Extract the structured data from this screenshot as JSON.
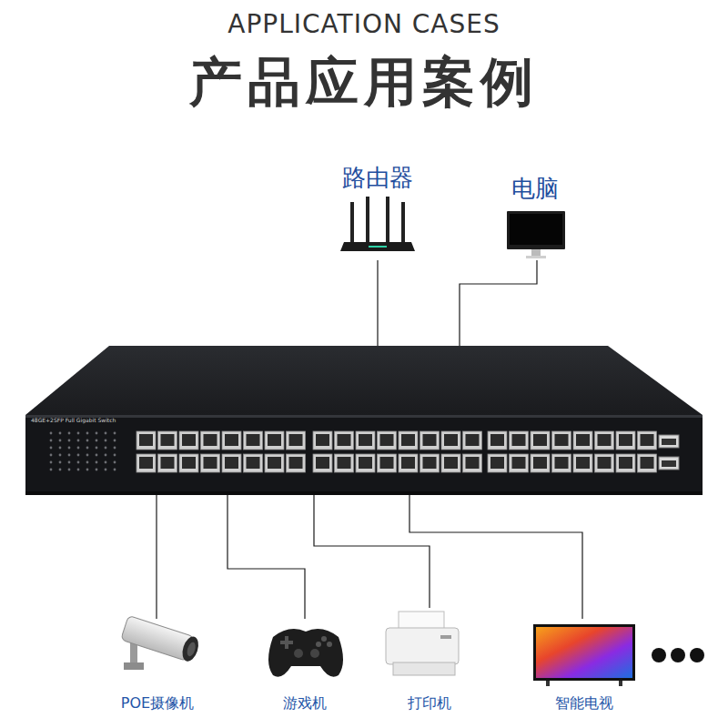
{
  "diagram": {
    "title": "产品应用案例",
    "nodes": [
      {
        "text": [
          "路由器"
        ]
      },
      {
        "text": [
          "电脑"
        ]
      },
      {
        "text": [
          "48GE+2SFP Full Gigabit Switch"
        ]
      },
      {
        "text": [
          "POE摄像机"
        ]
      },
      {
        "text": [
          "游戏机"
        ]
      },
      {
        "text": [
          "打印机"
        ]
      },
      {
        "text": [
          "智能电视"
        ]
      }
    ],
    "edges": [
      {
        "from": 0,
        "to": 2,
        "arrow": "none"
      },
      {
        "from": 1,
        "to": 2,
        "arrow": "none"
      },
      {
        "from": 2,
        "to": 3,
        "arrow": "none"
      },
      {
        "from": 2,
        "to": 4,
        "arrow": "none"
      },
      {
        "from": 2,
        "to": 5,
        "arrow": "none"
      },
      {
        "from": 2,
        "to": 6,
        "arrow": "none"
      }
    ],
    "labels": [
      "APPLICATION CASES"
    ]
  }
}
